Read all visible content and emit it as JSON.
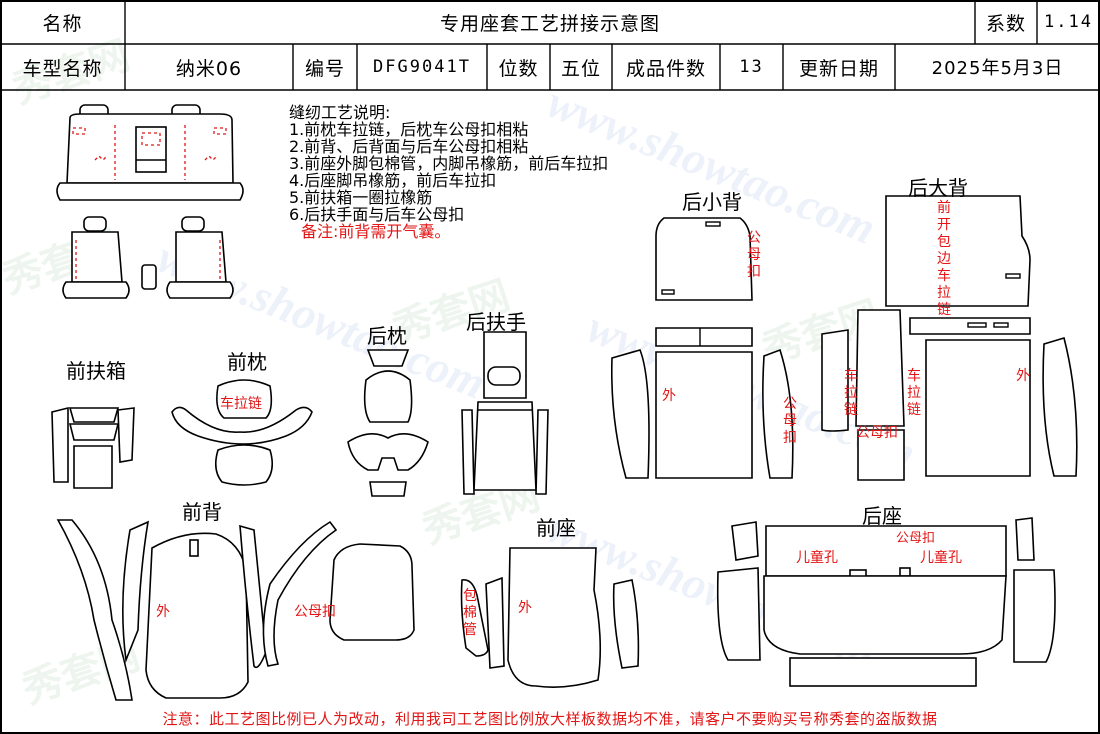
{
  "header": {
    "name_label": "名称",
    "title": "专用座套工艺拼接示意图",
    "coef_label": "系数",
    "coef_value": "1.14",
    "model_label": "车型名称",
    "model_value": "纳米06",
    "code_label": "编号",
    "code_value": "DFG9041T",
    "seats_label": "位数",
    "seats_value": "五位",
    "pieces_label": "成品件数",
    "pieces_value": "13",
    "date_label": "更新日期",
    "date_value": "2025年5月3日"
  },
  "notes": {
    "title": "缝纫工艺说明:",
    "items": [
      "1.前枕车拉链，后枕车公母扣相粘",
      "2.前背、后背面与后车公母扣相粘",
      "3.前座外脚包棉管，内脚吊橡筋，前后车拉扣",
      "4.后座脚吊橡筋，前后车拉扣",
      "5.前扶箱一圈拉橡筋",
      "6.后扶手面与后车公母扣"
    ],
    "remark": "备注:前背需开气囊。"
  },
  "parts": {
    "front_box": "前扶箱",
    "front_headrest": "前枕",
    "rear_headrest": "后枕",
    "rear_armrest": "后扶手",
    "rear_small_back": "后小背",
    "rear_big_back": "后大背",
    "front_back": "前背",
    "front_seat": "前座",
    "rear_seat": "后座"
  },
  "annotations": {
    "zipper": "车拉链",
    "snap": "公母扣",
    "outer": "外",
    "foam_tube": "包棉管",
    "child_hole": "儿童孔",
    "front_edge_zip": "前开包边车拉链"
  },
  "watermark": {
    "url": "www.showtao.com",
    "cn": "秀套网"
  },
  "footer": "注意：此工艺图比例已人为改动，利用我司工艺图比例放大样板数据均不准，请客户不要购买号称秀套的盗版数据"
}
